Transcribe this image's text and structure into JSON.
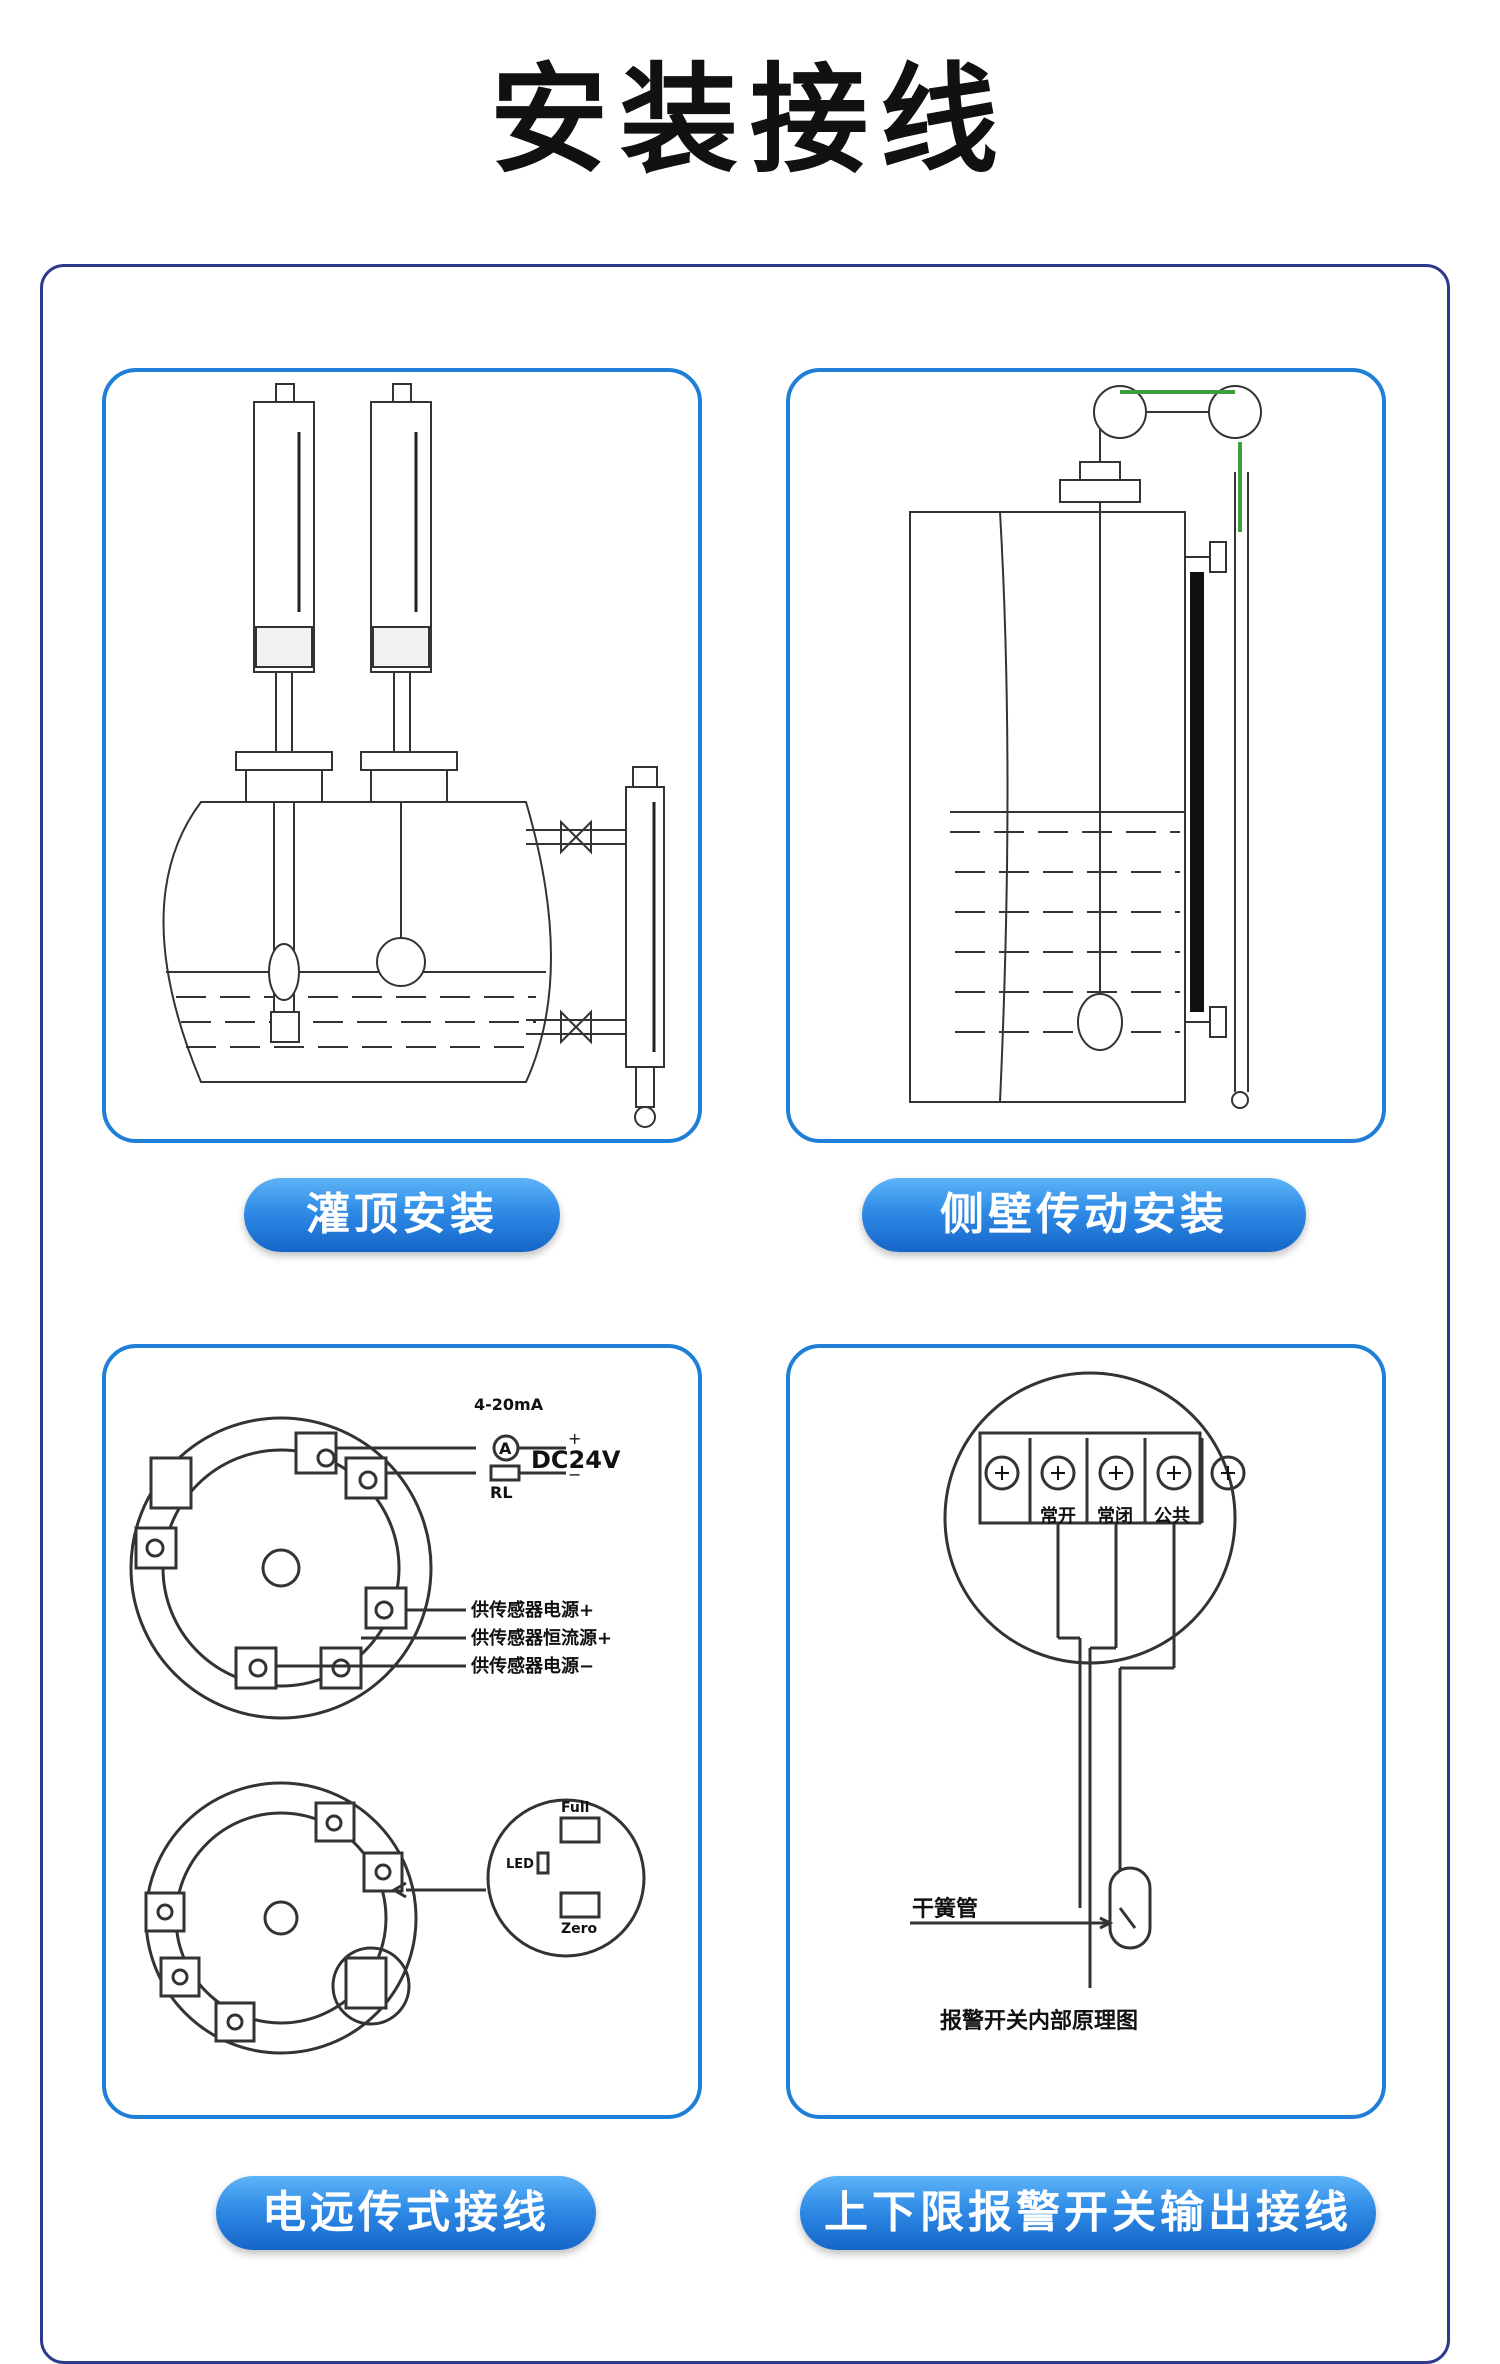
{
  "title": "安装接线",
  "panels": {
    "top_install": {
      "caption": "灌顶安装"
    },
    "side_install": {
      "caption": "侧壁传动安装"
    },
    "transmitter": {
      "caption": "电远传式接线",
      "current_label": "4-20mA",
      "ammeter": "A",
      "dc_label": "DC24V",
      "plus": "+",
      "minus": "−",
      "resistor_label": "RL",
      "sensor_power_plus": "供传感器电源+",
      "sensor_const_current": "供传感器恒流源+",
      "sensor_power_minus": "供传感器电源−",
      "full_label": "Full",
      "zero_label": "Zero",
      "led_label": "LED"
    },
    "alarm": {
      "caption": "上下限报警开关输出接线",
      "terminal_labels": [
        "常开",
        "常闭",
        "公共"
      ],
      "reed_label": "干簧管",
      "diagram_caption": "报警开关内部原理图"
    }
  }
}
